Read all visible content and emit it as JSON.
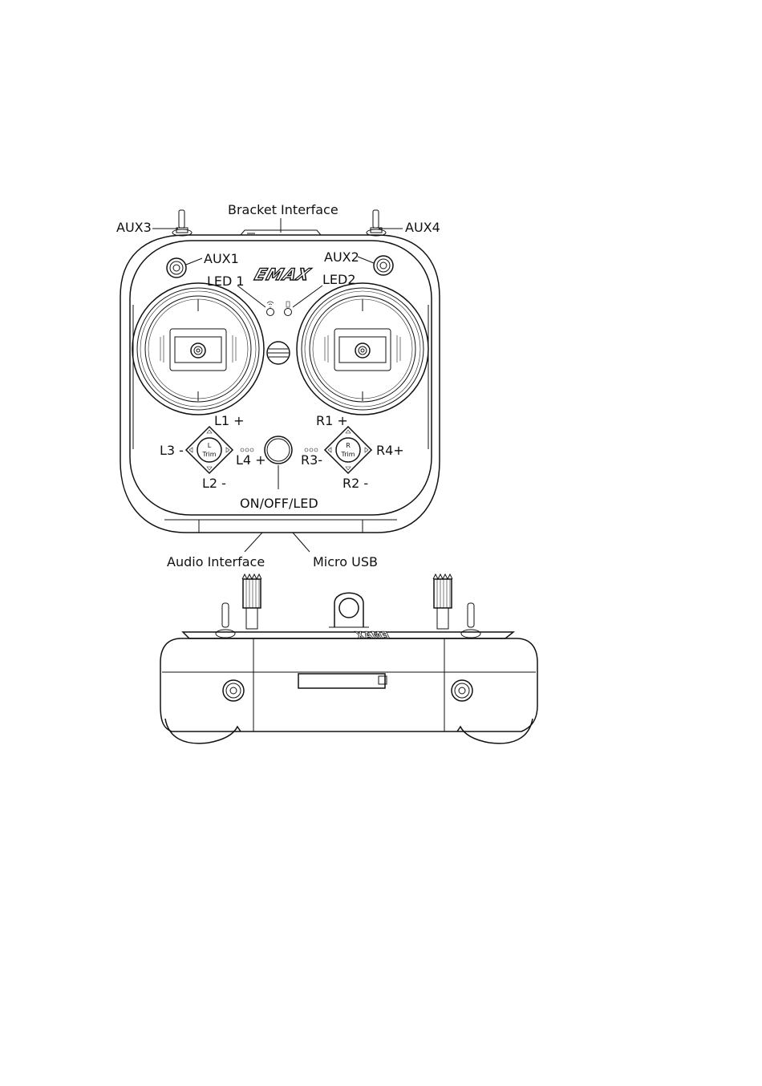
{
  "brand": "EMAX",
  "labels": {
    "bracket": "Bracket Interface",
    "aux1": "AUX1",
    "aux2": "AUX2",
    "aux3": "AUX3",
    "aux4": "AUX4",
    "led1": "LED 1",
    "led2": "LED2",
    "l1": "L1 +",
    "l2": "L2 -",
    "l3": "L3 -",
    "l4": "L4 +",
    "r1": "R1 +",
    "r2": "R2 -",
    "r3": "R3-",
    "r4": "R4+",
    "power": "ON/OFF/LED",
    "audio": "Audio Interface",
    "usb": "Micro USB",
    "trim": "Trim",
    "trim_left_letter": "L",
    "trim_right_letter": "R"
  },
  "icons": {
    "led1": "signal-icon",
    "led2": "battery-icon",
    "dots": "three-dots-icon",
    "arrows": "triangle-arrow-icon"
  }
}
